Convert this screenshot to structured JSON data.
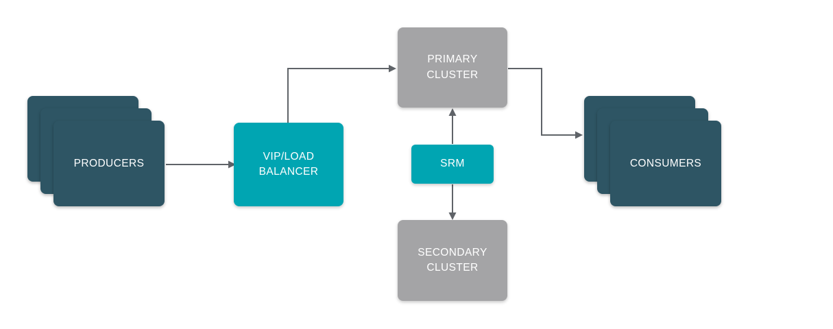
{
  "diagram": {
    "nodes": {
      "producers": {
        "label": "PRODUCERS"
      },
      "vip": {
        "label": "VIP/LOAD BALANCER"
      },
      "primary": {
        "label": "PRIMARY CLUSTER"
      },
      "srm": {
        "label": "SRM"
      },
      "secondary": {
        "label": "SECONDARY CLUSTER"
      },
      "consumers": {
        "label": "CONSUMERS"
      }
    },
    "colors": {
      "dark_slate": "#2e5564",
      "teal": "#00a5b2",
      "gray": "#a4a4a6",
      "arrow": "#5f6368",
      "bg": "#ffffff",
      "text": "#ffffff"
    }
  }
}
